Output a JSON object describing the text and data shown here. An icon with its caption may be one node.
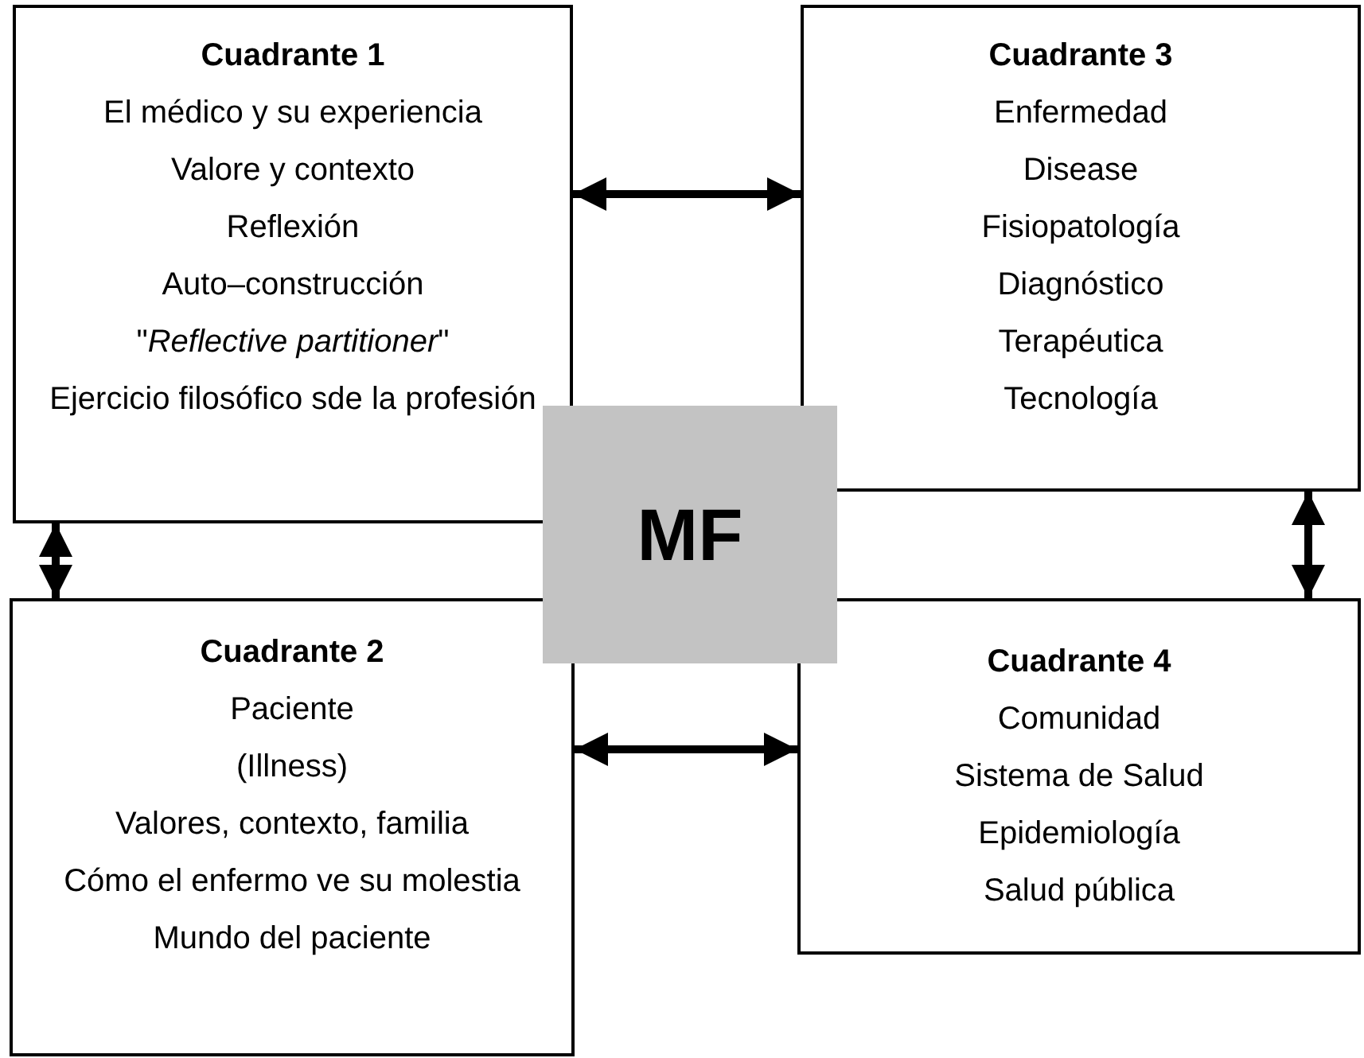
{
  "diagram": {
    "nodes": [
      {
        "text": [
          "Cuadrante 1",
          "El médico y su experiencia",
          "Valore y contexto",
          "Reflexión",
          "Auto–construcción",
          "\"*Reflective partitioner*\"",
          "Ejercicio filosófico sde la profesión"
        ]
      },
      {
        "text": [
          "Cuadrante 3",
          "Enfermedad",
          "Disease",
          "Fisiopatología",
          "Diagnóstico",
          "Terapéutica",
          "Tecnología"
        ]
      },
      {
        "text": [
          "MF"
        ]
      },
      {
        "text": [
          "Cuadrante 2",
          "Paciente",
          "(Illness)",
          "Valores, contexto, familia",
          "Cómo el enfermo ve su molestia",
          "Mundo del paciente"
        ]
      },
      {
        "text": [
          "Cuadrante 4",
          "Comunidad",
          "Sistema de Salud",
          "Epidemiología",
          "Salud pública"
        ]
      }
    ],
    "edges": [
      {
        "from": 0,
        "to": 1,
        "arrow": "both"
      },
      {
        "from": 0,
        "to": 3,
        "arrow": "both"
      },
      {
        "from": 1,
        "to": 4,
        "arrow": "both"
      },
      {
        "from": 3,
        "to": 4,
        "arrow": "both"
      }
    ]
  }
}
